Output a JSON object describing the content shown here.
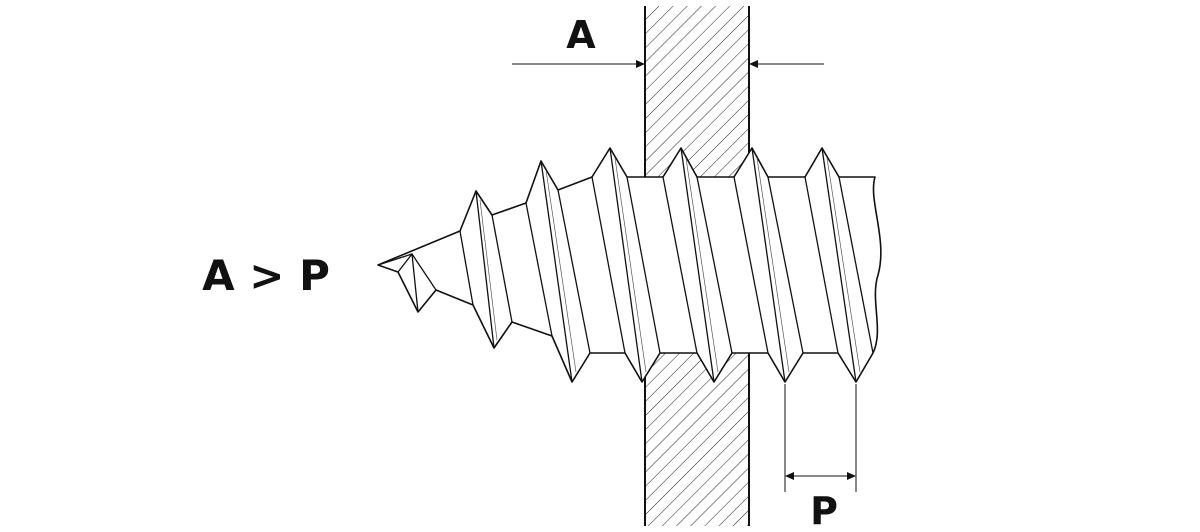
{
  "diagram": {
    "label_a": "A",
    "label_p": "P",
    "relation": "A > P"
  },
  "colors": {
    "ink": "#111111",
    "background": "#ffffff"
  }
}
